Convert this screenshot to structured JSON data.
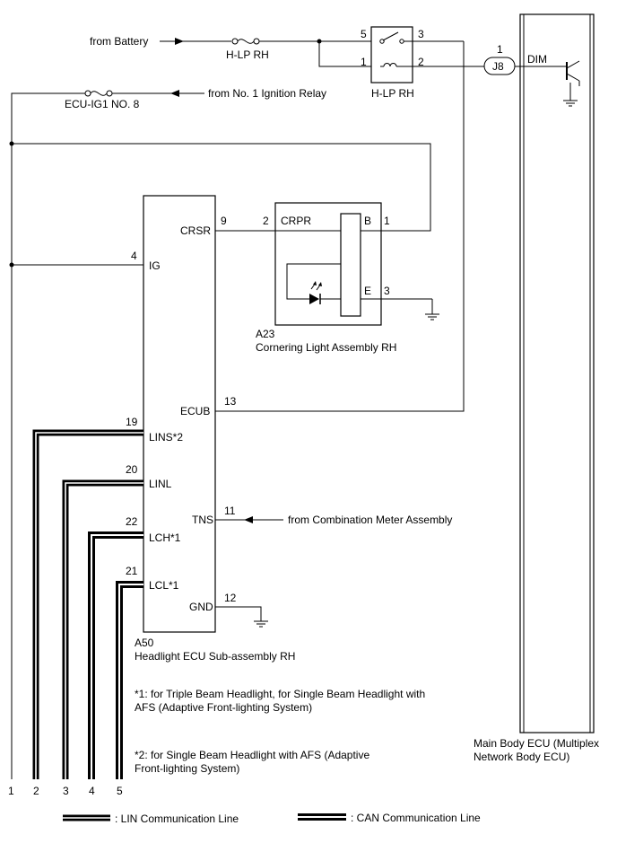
{
  "sources": {
    "battery": "from Battery",
    "ignition_relay": "from No. 1 Ignition Relay",
    "combination_meter": "from Combination Meter Assembly"
  },
  "fuses": {
    "hlp_rh": "H-LP RH",
    "ecu_ig1": "ECU-IG1 NO. 8"
  },
  "relay": {
    "name": "H-LP RH",
    "pins": [
      "5",
      "3",
      "1",
      "2"
    ]
  },
  "junction": {
    "pin": "1",
    "label": "J8",
    "signal": "DIM"
  },
  "cornering_light": {
    "id": "A23",
    "name": "Cornering Light Assembly RH",
    "crpr_pin": "2",
    "crpr_label": "CRPR",
    "b_label": "B",
    "b_pin": "1",
    "e_label": "E",
    "e_pin": "3"
  },
  "headlight_ecu": {
    "id": "A50",
    "name": "Headlight ECU Sub-assembly RH",
    "pins": [
      {
        "label": "CRSR",
        "num": "9"
      },
      {
        "label": "IG",
        "num": "4"
      },
      {
        "label": "ECUB",
        "num": "13"
      },
      {
        "label": "LINS*2",
        "num": "19"
      },
      {
        "label": "LINL",
        "num": "20"
      },
      {
        "label": "TNS",
        "num": "11"
      },
      {
        "label": "LCH*1",
        "num": "22"
      },
      {
        "label": "LCL*1",
        "num": "21"
      },
      {
        "label": "GND",
        "num": "12"
      }
    ]
  },
  "main_body_ecu": {
    "name_line1": "Main Body ECU (Multiplex",
    "name_line2": "Network Body ECU)"
  },
  "notes": {
    "note1_line1": "*1: for Triple Beam Headlight, for Single Beam Headlight with",
    "note1_line2": "AFS (Adaptive Front-lighting System)",
    "note2_line1": "*2: for Single Beam Headlight with AFS (Adaptive",
    "note2_line2": "Front-lighting System)"
  },
  "bottom_numbers": [
    "1",
    "2",
    "3",
    "4",
    "5"
  ],
  "legend": {
    "lin": ": LIN Communication Line",
    "can": ": CAN Communication Line"
  }
}
